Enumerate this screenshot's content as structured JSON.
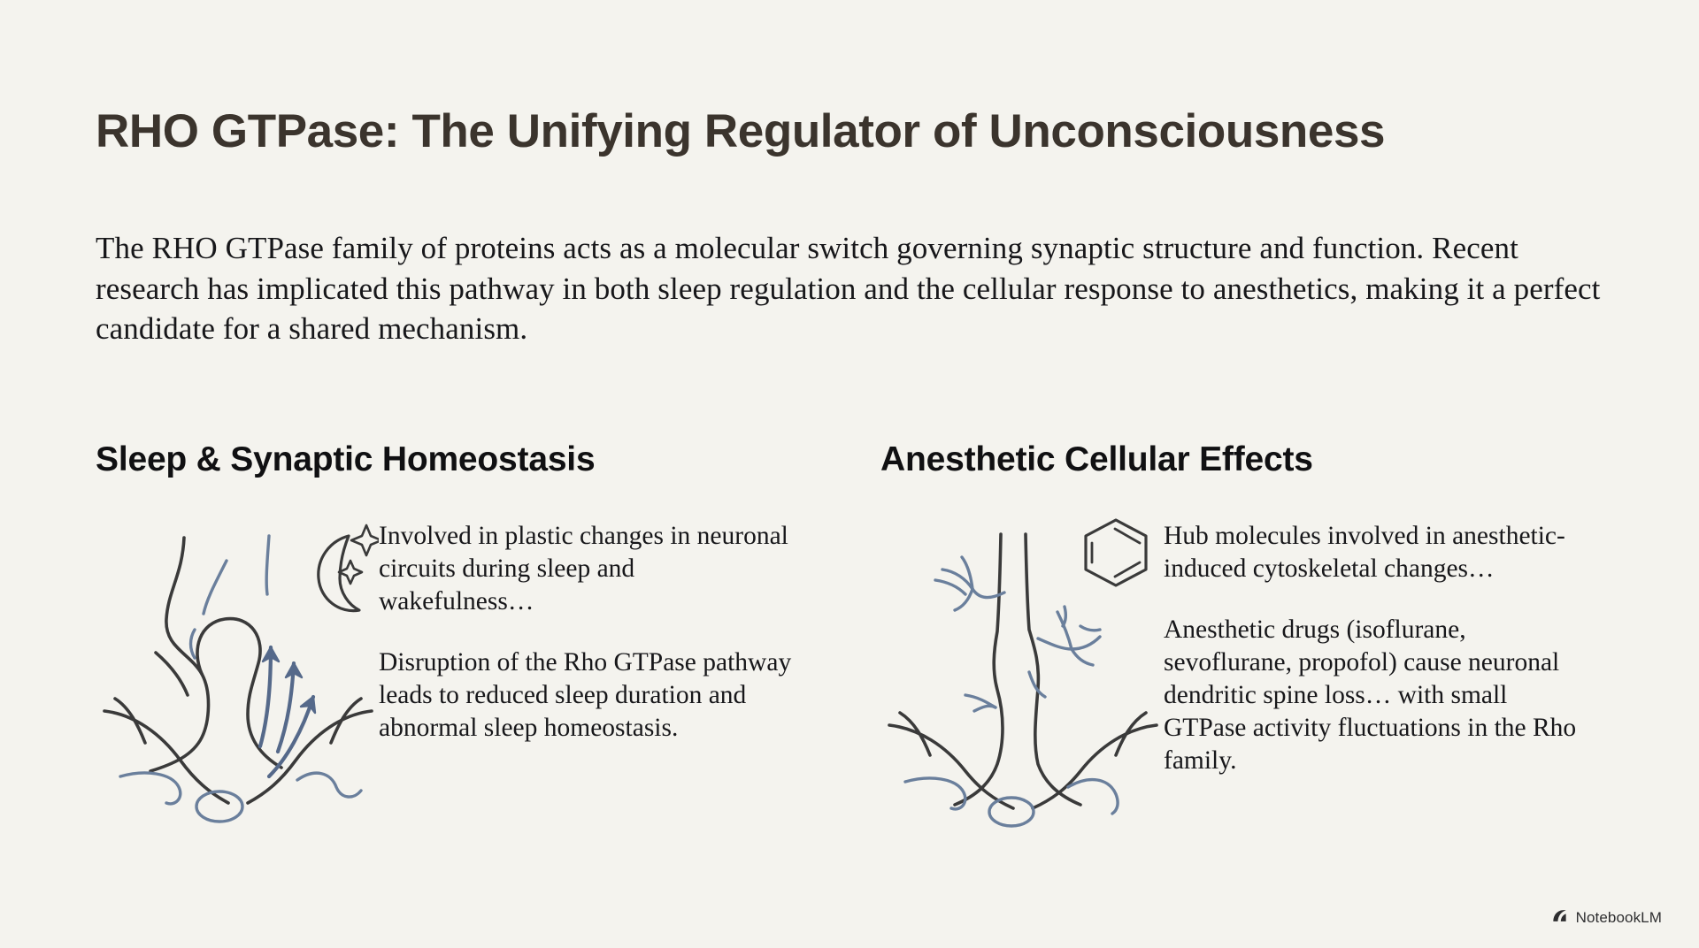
{
  "theme": {
    "background": "#f4f3ee",
    "title_color": "#3b342d",
    "text_color": "#17171a",
    "heading_color": "#101012",
    "ink_dark": "#3a3a3a",
    "ink_blue": "#5a7293"
  },
  "slide": {
    "title": "RHO GTPase: The Unifying Regulator of Unconsciousness",
    "intro": "The RHO GTPase family of proteins acts as a molecular switch governing synaptic structure and function. Recent research has implicated this pathway in both sleep regulation and the cellular response to anesthetics, making it a perfect candidate for a shared mechanism."
  },
  "columns": [
    {
      "id": "sleep",
      "heading": "Sleep & Synaptic Homeostasis",
      "illustration": "neuron-with-moon-and-arrows-icon",
      "paragraphs": [
        "Involved in plastic changes in neuronal circuits during sleep and wakefulness…",
        "Disruption of the Rho GTPase pathway leads to reduced sleep duration and abnormal sleep homeostasis."
      ]
    },
    {
      "id": "anesthetic",
      "heading": "Anesthetic Cellular Effects",
      "illustration": "neuron-with-benzene-ring-icon",
      "paragraphs": [
        "Hub molecules involved in anesthetic-induced cytoskeletal changes…",
        "Anesthetic drugs (isoflurane, sevoflurane, propofol) cause neuronal dendritic spine loss… with small GTPase activity fluctuations in the Rho family."
      ]
    }
  ],
  "footer": {
    "brand": "NotebookLM",
    "logo": "notebooklm-logo-icon"
  }
}
